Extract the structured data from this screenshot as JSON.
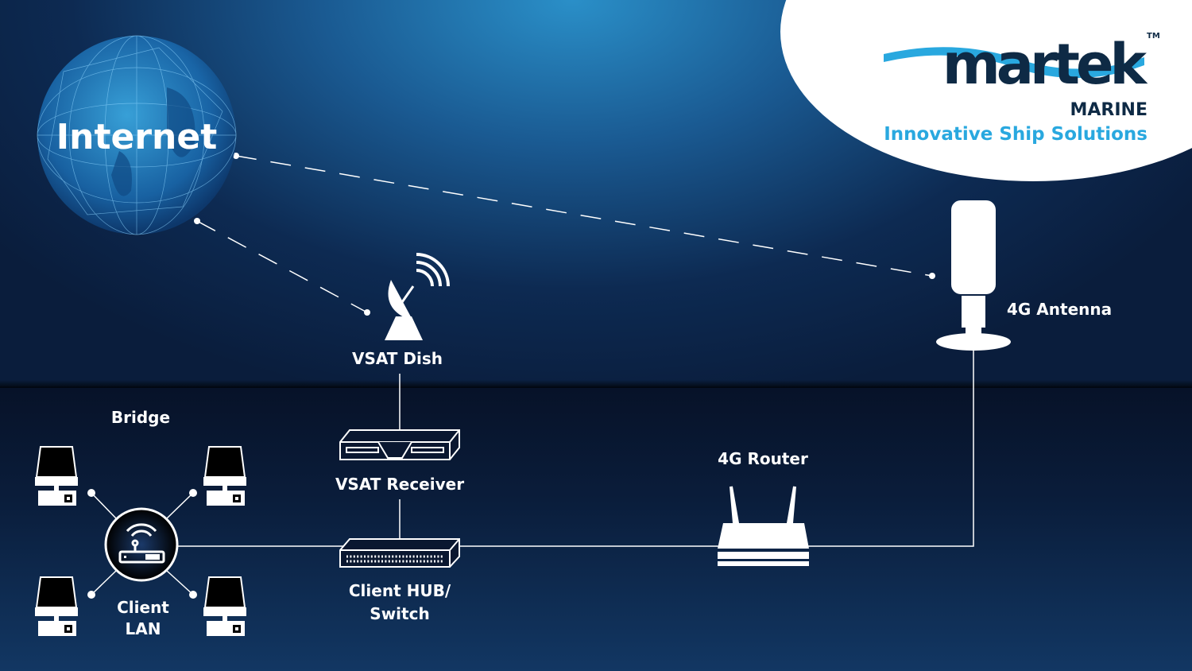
{
  "logo": {
    "wordmark": "martek",
    "trademark": "TM",
    "sub": "MARINE",
    "tagline": "Innovative Ship Solutions"
  },
  "nodes": {
    "internet": "Internet",
    "vsat_dish": "VSAT Dish",
    "antenna": "4G Antenna",
    "bridge": "Bridge",
    "vsat_receiver": "VSAT Receiver",
    "router": "4G Router",
    "hub_line1": "Client HUB/",
    "hub_line2": "Switch",
    "lan_line1": "Client",
    "lan_line2": "LAN"
  },
  "colors": {
    "logo_dark": "#0e2a45",
    "logo_blue": "#29a8df",
    "line": "#ffffff"
  }
}
